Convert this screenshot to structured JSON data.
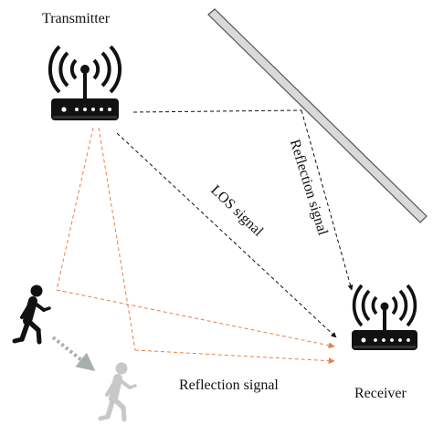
{
  "labels": {
    "transmitter": "Transmitter",
    "receiver": "Receiver",
    "los_signal": "LOS signal",
    "reflection_signal_wall": "Reflection signal",
    "reflection_signal_human": "Reflection signal"
  },
  "colors": {
    "black": "#111111",
    "orange": "#e8804a",
    "wall_fill": "#d9d9d9",
    "wall_stroke": "#555555",
    "ghost_person": "#c8c8c8",
    "motion_arrow": "#a8b0ad"
  },
  "icons": {
    "transmitter": "wifi-router-icon",
    "receiver": "wifi-router-icon",
    "person_walking": "person-walking-icon",
    "person_ghost": "person-walking-icon"
  }
}
